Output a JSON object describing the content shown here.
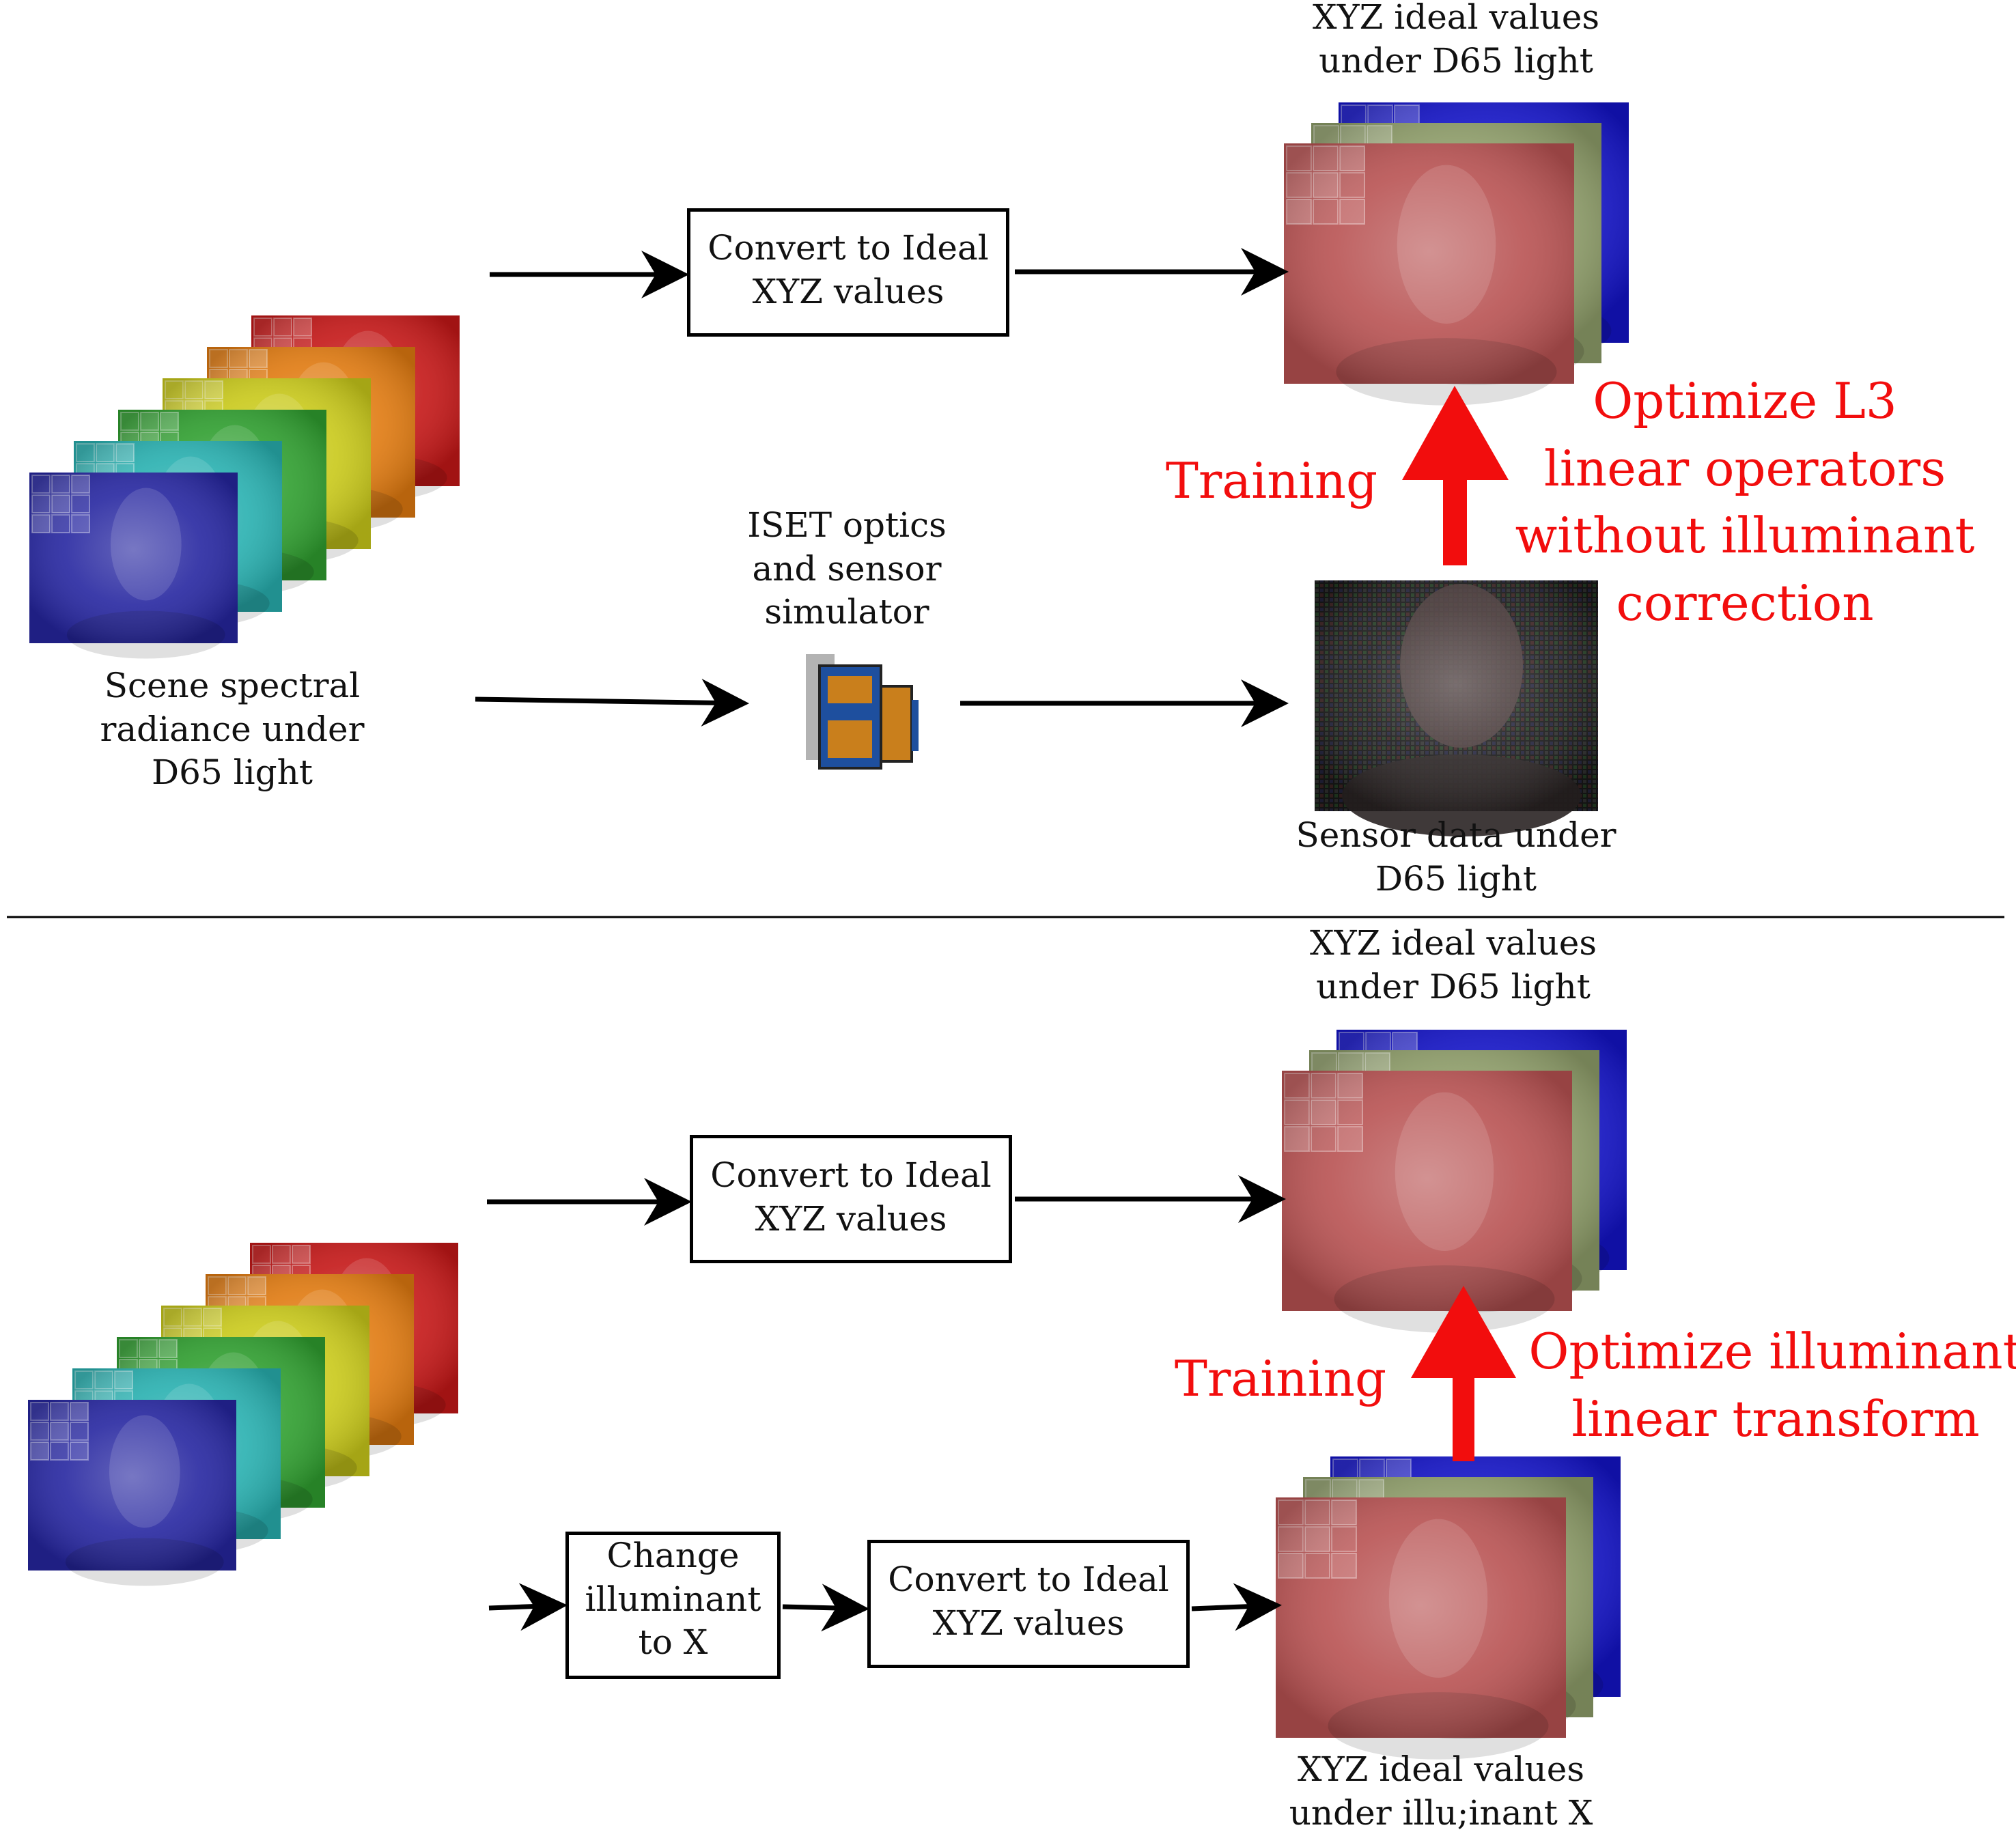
{
  "top": {
    "target_label": "XYZ ideal values\nunder D65 light",
    "convert_label": "Convert to Ideal\nXYZ values",
    "scene_label": "Scene spectral\nradiance under\nD65 light",
    "iset_label": "ISET optics\nand sensor\nsimulator",
    "sensor_label": "Sensor data under\nD65 light",
    "training_label": "Training",
    "optimize_label": "Optimize L3\nlinear operators\nwithout illuminant\ncorrection"
  },
  "bottom": {
    "target_label": "XYZ ideal values\nunder D65 light",
    "convert_label": "Convert to Ideal\nXYZ values",
    "change_label": "Change\nilluminant\nto X",
    "convert2_label": "Convert to Ideal\nXYZ values",
    "result_label": "XYZ ideal values\nunder illu;inant X",
    "training_label": "Training",
    "optimize_label": "Optimize illuminant\nlinear transform"
  },
  "colors": {
    "spectral_bands": [
      "#c41717",
      "#e07a10",
      "#c9c91a",
      "#2f9e2f",
      "#28b0b0",
      "#2626a0"
    ],
    "xyz_layers": [
      "#1414c8",
      "#8f9e6a",
      "#b85252"
    ],
    "accent": "#f20d0d"
  }
}
